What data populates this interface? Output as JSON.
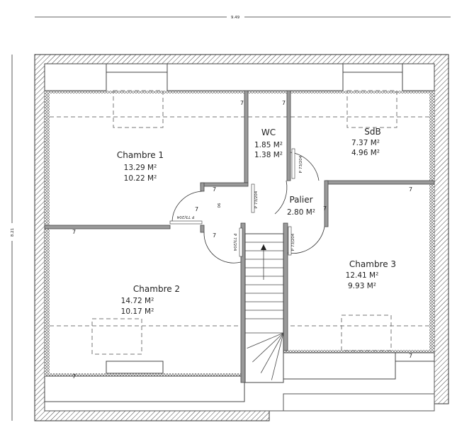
{
  "dimensions": {
    "width": "9.49",
    "height": "8.21"
  },
  "rooms": [
    {
      "name": "Chambre 1",
      "area_total": "13.29 M²",
      "area_habitable": "10.22 M²"
    },
    {
      "name": "WC",
      "area_total": "1.85 M²",
      "area_habitable": "1.38 M²"
    },
    {
      "name": "SdB",
      "area_total": "7.37 M²",
      "area_habitable": "4.96 M²"
    },
    {
      "name": "Palier",
      "area_total": "2.80 M²"
    },
    {
      "name": "Chambre 2",
      "area_total": "14.72 M²",
      "area_habitable": "10.17 M²"
    },
    {
      "name": "Chambre 3",
      "area_total": "12.41 M²",
      "area_habitable": "9.93 M²"
    }
  ],
  "wall_label": "7",
  "door_label": "P 73/204",
  "passage_width": "90"
}
